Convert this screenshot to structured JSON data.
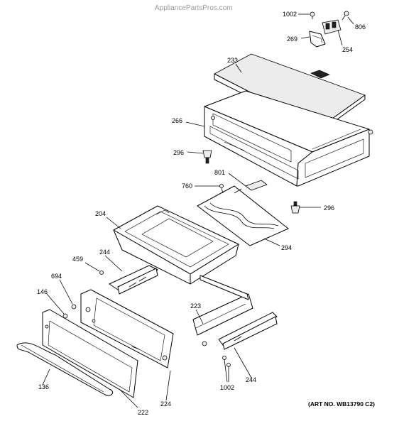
{
  "watermark": "AppliancePartsPros.com",
  "art_number": "(ART NO. WB13790 C2)",
  "callouts": {
    "c1002_top": "1002",
    "c806": "806",
    "c269": "269",
    "c254": "254",
    "c233": "233",
    "c266": "266",
    "c296_left": "296",
    "c801": "801",
    "c760": "760",
    "c296_right": "296",
    "c204": "204",
    "c294": "294",
    "c244_top": "244",
    "c459": "459",
    "c694": "694",
    "c146": "146",
    "c223": "223",
    "c136": "136",
    "c224": "224",
    "c222": "222",
    "c1002_bottom": "1002",
    "c244_bottom": "244"
  }
}
